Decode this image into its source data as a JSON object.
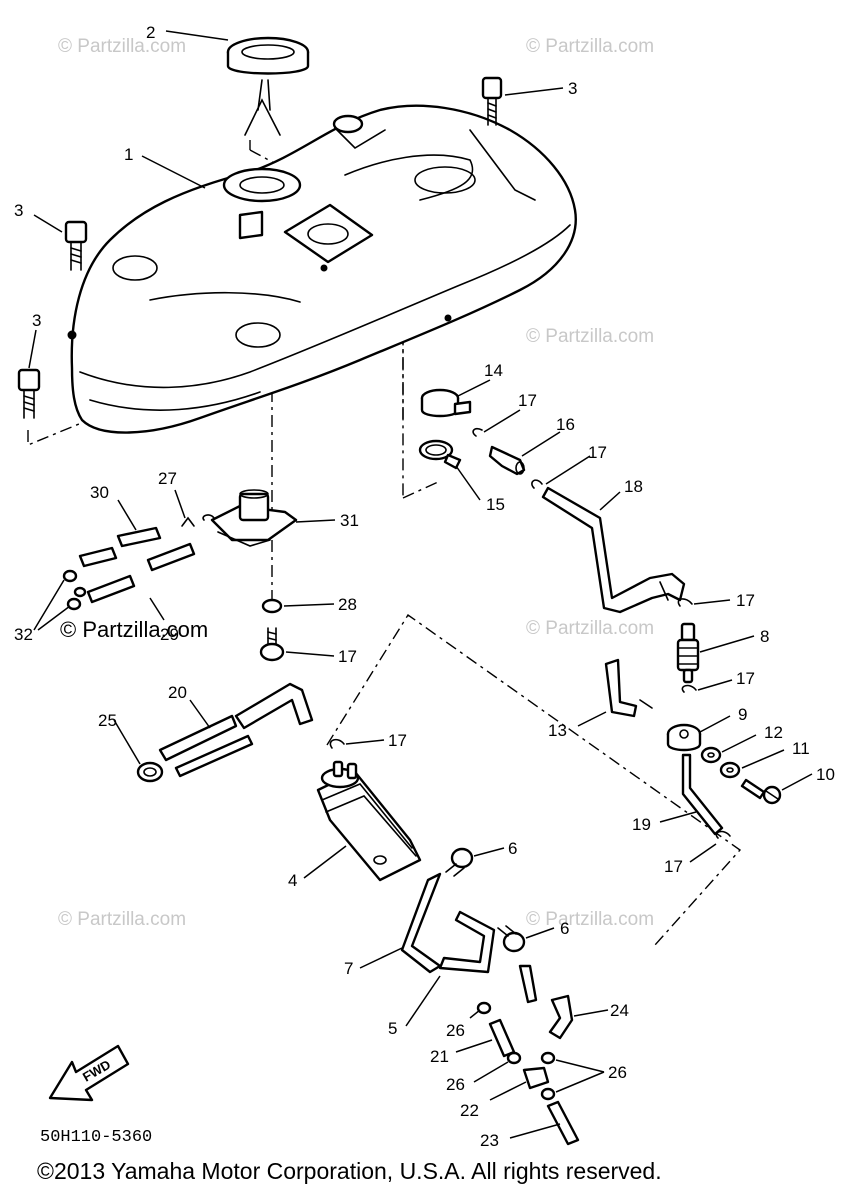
{
  "watermark": "© Partzilla.com",
  "watermark_prominent": "© Partzilla.com",
  "diagram_code": "50H110-5360",
  "fwd_label": "FWD",
  "copyright": "©2013 Yamaha Motor Corporation, U.S.A. All rights reserved.",
  "callouts": [
    {
      "id": "c2",
      "text": "2"
    },
    {
      "id": "c3a",
      "text": "3"
    },
    {
      "id": "c1",
      "text": "1"
    },
    {
      "id": "c3b",
      "text": "3"
    },
    {
      "id": "c3c",
      "text": "3"
    },
    {
      "id": "c14",
      "text": "14"
    },
    {
      "id": "c17a",
      "text": "17"
    },
    {
      "id": "c16",
      "text": "16"
    },
    {
      "id": "c17b",
      "text": "17"
    },
    {
      "id": "c15",
      "text": "15"
    },
    {
      "id": "c18",
      "text": "18"
    },
    {
      "id": "c17c",
      "text": "17"
    },
    {
      "id": "c30",
      "text": "30"
    },
    {
      "id": "c27",
      "text": "27"
    },
    {
      "id": "c31",
      "text": "31"
    },
    {
      "id": "c32",
      "text": "32"
    },
    {
      "id": "c29",
      "text": "29"
    },
    {
      "id": "c28",
      "text": "28"
    },
    {
      "id": "c17d",
      "text": "17"
    },
    {
      "id": "c8",
      "text": "8"
    },
    {
      "id": "c17e",
      "text": "17"
    },
    {
      "id": "c13",
      "text": "13"
    },
    {
      "id": "c9",
      "text": "9"
    },
    {
      "id": "c12",
      "text": "12"
    },
    {
      "id": "c11",
      "text": "11"
    },
    {
      "id": "c10",
      "text": "10"
    },
    {
      "id": "c20",
      "text": "20"
    },
    {
      "id": "c25",
      "text": "25"
    },
    {
      "id": "c17f",
      "text": "17"
    },
    {
      "id": "c19",
      "text": "19"
    },
    {
      "id": "c17g",
      "text": "17"
    },
    {
      "id": "c6a",
      "text": "6"
    },
    {
      "id": "c4",
      "text": "4"
    },
    {
      "id": "c6b",
      "text": "6"
    },
    {
      "id": "c7",
      "text": "7"
    },
    {
      "id": "c24",
      "text": "24"
    },
    {
      "id": "c5",
      "text": "5"
    },
    {
      "id": "c26a",
      "text": "26"
    },
    {
      "id": "c21",
      "text": "21"
    },
    {
      "id": "c26b",
      "text": "26"
    },
    {
      "id": "c26c",
      "text": "26"
    },
    {
      "id": "c22",
      "text": "22"
    },
    {
      "id": "c23",
      "text": "23"
    }
  ]
}
